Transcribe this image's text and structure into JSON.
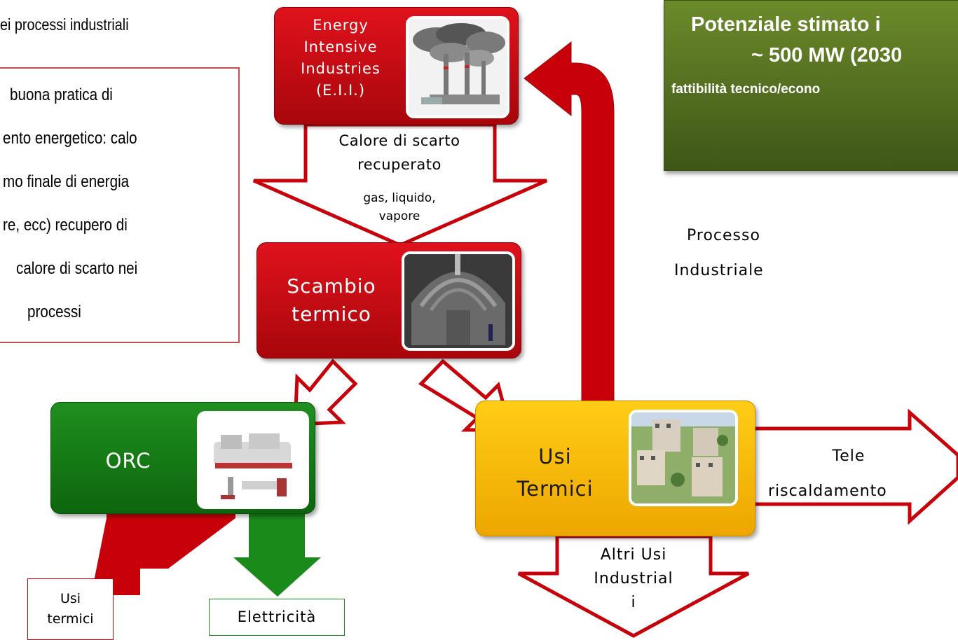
{
  "header_fragment": "ei processi industriali",
  "note_box": {
    "lines": [
      "buona pratica di",
      "ento energetico: calo",
      "mo finale di energia",
      "re, ecc) recupero di",
      "calore di scarto nei",
      "processi"
    ]
  },
  "nodes": {
    "eii": {
      "lines": [
        "Energy",
        "Intensive",
        "Industries",
        "(E.I.I.)"
      ],
      "icon": "factory-smokestacks"
    },
    "scambio": {
      "lines": [
        "Scambio",
        "termico"
      ],
      "icon": "heat-exchanger"
    },
    "orc": {
      "label": "ORC",
      "icon": "orc-machinery"
    },
    "usi_termici": {
      "lines": [
        "Usi",
        "Termici"
      ],
      "icon": "residential-buildings"
    }
  },
  "flows": {
    "calore_scarto": {
      "lines": [
        "Calore di scarto",
        "recuperato"
      ],
      "sub_lines": [
        "gas, liquido,",
        "vapore"
      ]
    },
    "processo_industriale": {
      "lines": [
        "Processo",
        "Industriale"
      ]
    },
    "teleriscaldamento": {
      "lines": [
        "Tele",
        "riscaldamento"
      ]
    },
    "altri_usi": {
      "lines": [
        "Altri Usi",
        "Industrial",
        "i"
      ]
    },
    "usi_termici_out": {
      "lines": [
        "Usi",
        "termici"
      ]
    },
    "elettricita": {
      "label": "Elettricità"
    }
  },
  "potential_box": {
    "line1": "Potenziale stimato i",
    "line2": "~ 500 MW (2030",
    "line3": "fattibilità tecnico/econo"
  },
  "colors": {
    "red": "#c8000a",
    "green": "#1a8a1a",
    "yellow": "#f6b800",
    "olive": "#56701f"
  }
}
